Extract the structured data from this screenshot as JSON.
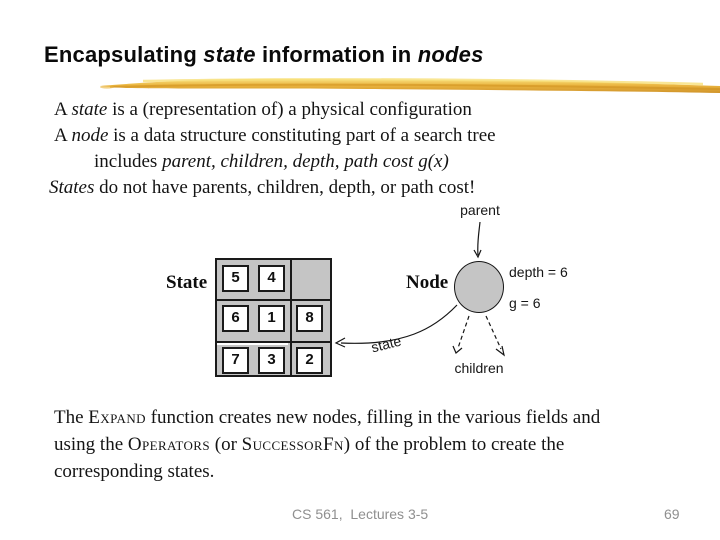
{
  "slide": {
    "title": [
      {
        "t": "Encapsulating ",
        "s": ""
      },
      {
        "t": "state",
        "s": "i"
      },
      {
        "t": " information in ",
        "s": ""
      },
      {
        "t": "nodes",
        "s": "i"
      }
    ],
    "body": {
      "line1": [
        {
          "t": "A ",
          "s": ""
        },
        {
          "t": "state",
          "s": "i"
        },
        {
          "t": " is a (representation of) a physical configuration",
          "s": ""
        }
      ],
      "line2": [
        {
          "t": "A ",
          "s": ""
        },
        {
          "t": "node",
          "s": "i"
        },
        {
          "t": " is a data structure constituting part of a search tree",
          "s": ""
        }
      ],
      "line3": [
        {
          "t": "includes ",
          "s": ""
        },
        {
          "t": "parent, children, depth, path cost g(x)",
          "s": "i"
        }
      ],
      "line4": [
        {
          "t": "States",
          "s": "i"
        },
        {
          "t": " do not have parents, children, depth, or path cost!",
          "s": ""
        }
      ]
    },
    "diagram": {
      "state_label": "State",
      "node_label": "Node",
      "parent_label": "parent",
      "depth_label": "depth = 6",
      "g_label": "g = 6",
      "state_arrow_label": "state",
      "children_label": "children",
      "puzzle_rows": [
        [
          "5",
          "4",
          ""
        ],
        [
          "6",
          "1",
          "8"
        ],
        [
          "7",
          "3",
          "2"
        ]
      ]
    },
    "bottom": {
      "line1": [
        {
          "t": "The ",
          "s": ""
        },
        {
          "t": "Expand",
          "s": "sc"
        },
        {
          "t": " function creates new nodes, filling in the various fields and",
          "s": ""
        }
      ],
      "line2": [
        {
          "t": "using the ",
          "s": ""
        },
        {
          "t": "Operators",
          "s": "sc"
        },
        {
          "t": " (or ",
          "s": ""
        },
        {
          "t": "SuccessorFn",
          "s": "sc"
        },
        {
          "t": ") of the problem to create the",
          "s": ""
        }
      ],
      "line3": [
        {
          "t": "corresponding states.",
          "s": ""
        }
      ]
    },
    "footer": {
      "course": "CS 561,  Lectures 3-5",
      "page": "69"
    },
    "colors": {
      "highlight_light": "#f8e07a",
      "highlight_mid": "#eab237",
      "highlight_dark": "#cd8e1e",
      "panel_gray": "#c5c5c5",
      "footer_gray": "#8f8f8f",
      "ink": "#111111"
    }
  }
}
